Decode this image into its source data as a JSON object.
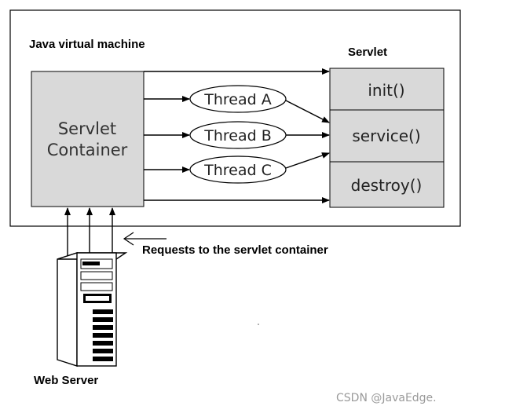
{
  "jvm": {
    "label": "Java virtual machine"
  },
  "servlet": {
    "title": "Servlet",
    "methods": [
      "init()",
      "service()",
      "destroy()"
    ]
  },
  "container": {
    "line1": "Servlet",
    "line2": "Container"
  },
  "threads": [
    "Thread A",
    "Thread B",
    "Thread C"
  ],
  "requests": {
    "label": "Requests to the servlet container"
  },
  "web_server": {
    "label": "Web Server"
  },
  "watermark": "CSDN @JavaEdge.",
  "colors": {
    "box_fill": "#d9d9d9",
    "line": "#000000",
    "watermark": "#9a9a9a"
  }
}
